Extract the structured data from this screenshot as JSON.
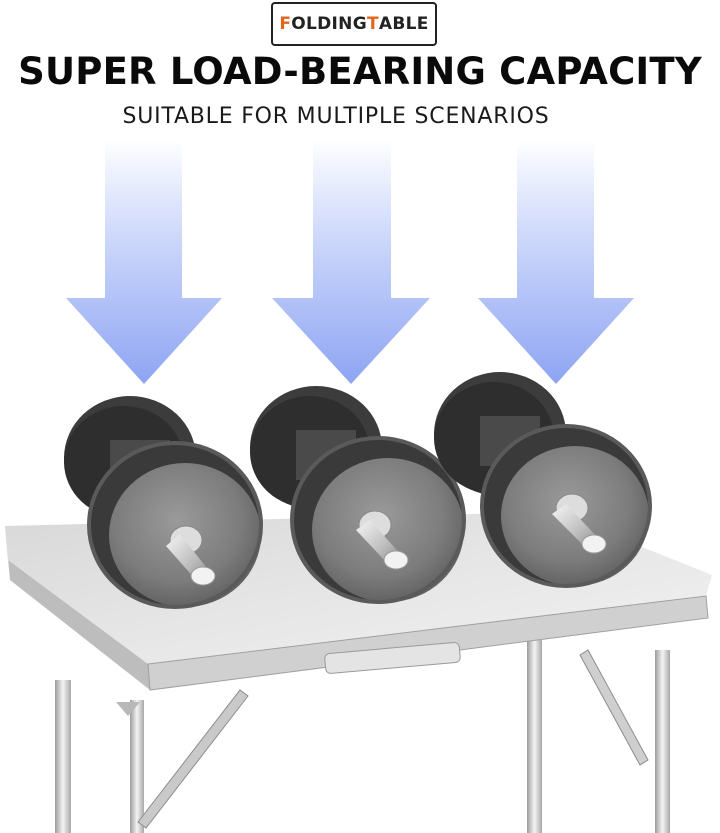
{
  "badge": {
    "accent_f": "F",
    "rest_1": "OLDING ",
    "accent_t": "T",
    "rest_2": "ABLE"
  },
  "headline": "SUPER LOAD-BEARING CAPACITY",
  "subhead": "SUITABLE FOR MULTIPLE SCENARIOS",
  "colors": {
    "accent": "#e2661c",
    "arrow": "#93a8f4",
    "tabletop": "#e3e3e3",
    "frame": "#c8c8c8",
    "weight": "#3a3a3a"
  },
  "icons": [
    "arrow-down-icon",
    "dumbbell-icon",
    "folding-table-icon"
  ]
}
